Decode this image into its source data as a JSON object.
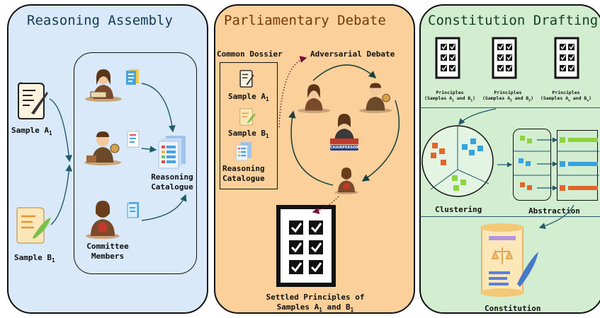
{
  "colors": {
    "assembly_bg": "#d9e9f9",
    "debate_bg": "#fbd09b",
    "constitution_bg": "#d3edd0",
    "assembly_title": "#123a5a",
    "debate_title": "#7a3608",
    "constitution_title": "#14421c",
    "arrow": "#1f5a6d",
    "dotted_arrow": "#7a0e3a",
    "bar_green": "#8cd33f",
    "bar_blue": "#36a3dc",
    "bar_orange": "#e2652b"
  },
  "assembly": {
    "title": "Reasoning Assembly",
    "sample_a": "Sample A",
    "sample_a_sub": "1",
    "sample_b": "Sample B",
    "sample_b_sub": "1",
    "catalogue_label_1": "Reasoning",
    "catalogue_label_2": "Catalogue",
    "committee_label_1": "Committee",
    "committee_label_2": "Members"
  },
  "debate": {
    "title": "Parliamentary Debate",
    "dossier_title": "Common Dossier",
    "dossier_sample_a": "Sample A",
    "dossier_sample_a_sub": "1",
    "dossier_sample_b": "Sample B",
    "dossier_sample_b_sub": "1",
    "dossier_catalogue_1": "Reasoning",
    "dossier_catalogue_2": "Catalogue",
    "adversarial_label": "Adversarial Debate",
    "chairperson_badge": "CHAIRPERSON",
    "settled_label_1": "Settled Principles of",
    "settled_label_2a": "Samples A",
    "settled_label_2a_sub": "1",
    "settled_label_2b": " and B",
    "settled_label_2b_sub": "1"
  },
  "constitution": {
    "title": "Constitution Drafting",
    "principles": [
      {
        "title": "Principles",
        "samples": "(Samples A",
        "s1": "1",
        "mid": " and B",
        "s2": "1",
        "end": ")"
      },
      {
        "title": "Principles",
        "samples": "(Samples A",
        "s1": "2",
        "mid": " and B",
        "s2": "2",
        "end": ")"
      },
      {
        "title": "Principles",
        "samples": "(Samples A",
        "s1": "n",
        "mid": " and B",
        "s2": "n",
        "end": ")"
      }
    ],
    "clustering_label": "Clustering",
    "abstraction_label": "Abstraction",
    "constitution_label": "Constitution"
  }
}
